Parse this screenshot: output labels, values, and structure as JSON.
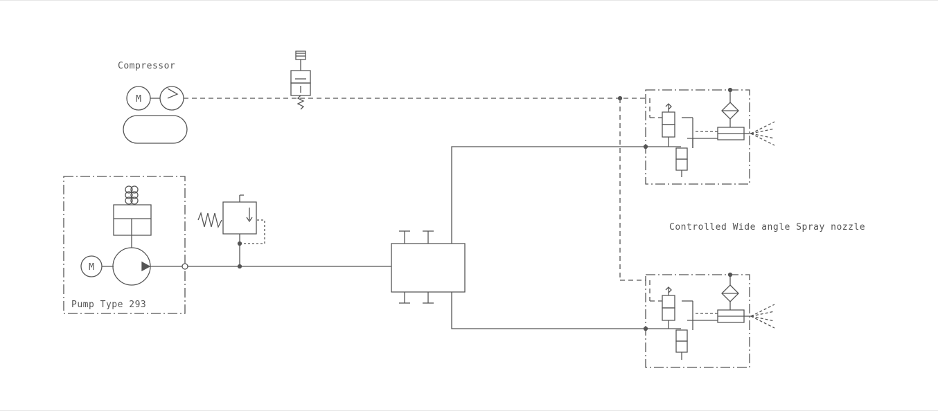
{
  "labels": {
    "compressor": "Compressor",
    "pump": "Pump Type 293",
    "nozzle": "Controlled Wide angle Spray nozzle",
    "motor_symbol": "M"
  },
  "colors": {
    "line": "#555555",
    "background": "#ffffff"
  }
}
